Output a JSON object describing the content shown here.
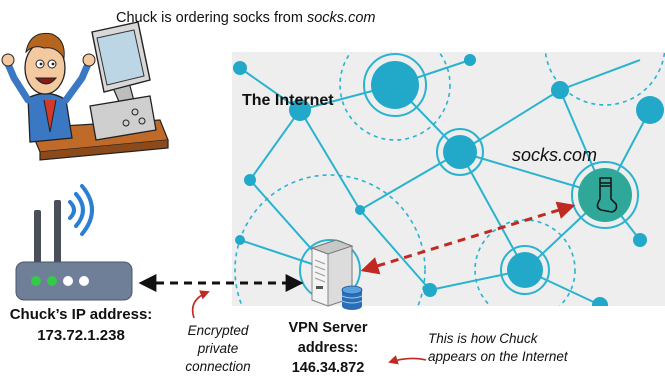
{
  "title": {
    "prefix": "Chuck is ordering socks from ",
    "site": "socks.com"
  },
  "internet_label": "The Internet",
  "socks_label": "socks.com",
  "chuck_ip": {
    "line1": "Chuck’s IP address:",
    "line2": "173.72.1.238"
  },
  "vpn_server": {
    "line1": "VPN Server",
    "line2": "address:",
    "line3": "146.34.872"
  },
  "encrypted": {
    "line1": "Encrypted",
    "line2": "private",
    "line3": "connection"
  },
  "appears": {
    "line1": "This is how Chuck",
    "line2": "appears on the Internet"
  },
  "colors": {
    "node": "#22a8c8",
    "network_bg": "#eeeeee",
    "socks_node": "#2fa89a",
    "arrow_red": "#c02a22",
    "router": "#6f7f98",
    "led_green": "#35c94a"
  },
  "icons": [
    "chuck-illustration",
    "wifi-router-icon",
    "server-icon",
    "database-icon",
    "sock-icon"
  ]
}
